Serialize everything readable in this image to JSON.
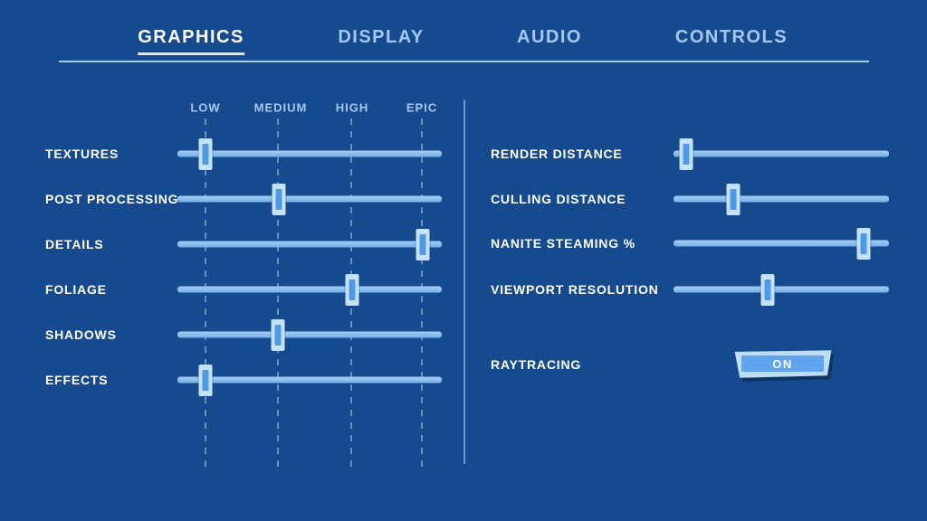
{
  "tabs": [
    {
      "label": "GRAPHICS",
      "active": true
    },
    {
      "label": "DISPLAY",
      "active": false
    },
    {
      "label": "AUDIO",
      "active": false
    },
    {
      "label": "CONTROLS",
      "active": false
    }
  ],
  "left_panel": {
    "scale_labels": [
      "LOW",
      "MEDIUM",
      "HIGH",
      "EPIC"
    ],
    "sliders": [
      {
        "label": "TEXTURES",
        "level": "LOW",
        "value_pct": 10.6
      },
      {
        "label": "POST PROCESSING",
        "level": "MEDIUM",
        "value_pct": 38.2
      },
      {
        "label": "DETAILS",
        "level": "EPIC",
        "value_pct": 92.8
      },
      {
        "label": "FOLIAGE",
        "level": "HIGH",
        "value_pct": 66.0
      },
      {
        "label": "SHADOWS",
        "level": "MEDIUM",
        "value_pct": 38.0
      },
      {
        "label": "EFFECTS",
        "level": "LOW",
        "value_pct": 10.6
      }
    ]
  },
  "right_panel": {
    "sliders": [
      {
        "label": "RENDER DISTANCE",
        "value_pct": 5.9
      },
      {
        "label": "CULLING DISTANCE",
        "value_pct": 27.7
      },
      {
        "label": "NANITE STEAMING %",
        "value_pct": 88.2
      },
      {
        "label": "VIEWPORT RESOLUTION",
        "value_pct": 43.7
      }
    ],
    "toggle": {
      "label": "RAYTRACING",
      "state": "ON"
    }
  },
  "colors": {
    "background": "#164a8e",
    "accent_light": "#a4c9f1",
    "text_primary": "#ffffff",
    "track": "#7fb5ee",
    "handle_outer": "#c4e2fa",
    "handle_inner": "#4f9ae6",
    "button_border": "#bcdcf8",
    "button_fill": "#5ea4ee"
  }
}
